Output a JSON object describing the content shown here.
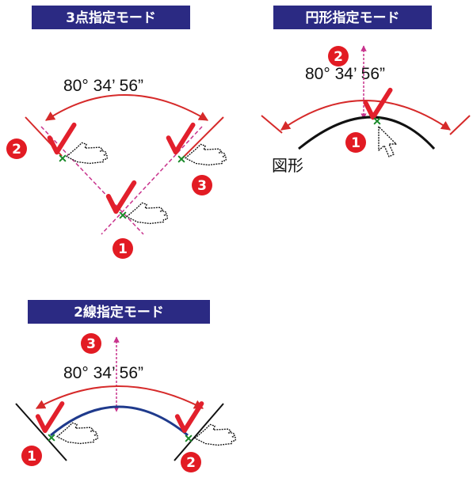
{
  "colors": {
    "header_bg": "#2b2a83",
    "header_text": "#ffffff",
    "arc_red": "#d62a2a",
    "arc_blue": "#1f3a8c",
    "guide_pink": "#c8328c",
    "check_red": "#e2202c",
    "point_green": "#1a8a2a",
    "badge_red": "#e21b23"
  },
  "panels": {
    "three_point": {
      "title": "3点指定モード",
      "angle": "80°  34’  56”",
      "badges": [
        "1",
        "2",
        "3"
      ]
    },
    "circle": {
      "title": "円形指定モード",
      "angle": "80°  34’  56”",
      "badges": [
        "1",
        "2"
      ],
      "shape_label": "図形"
    },
    "two_line": {
      "title": "2線指定モード",
      "angle": "80°  34’  56”",
      "badges": [
        "1",
        "2",
        "3"
      ]
    }
  },
  "icons": [
    "checkmark-icon",
    "cursor-arrow-icon",
    "pointing-hand-cursor-icon",
    "point-x-marker-icon"
  ]
}
